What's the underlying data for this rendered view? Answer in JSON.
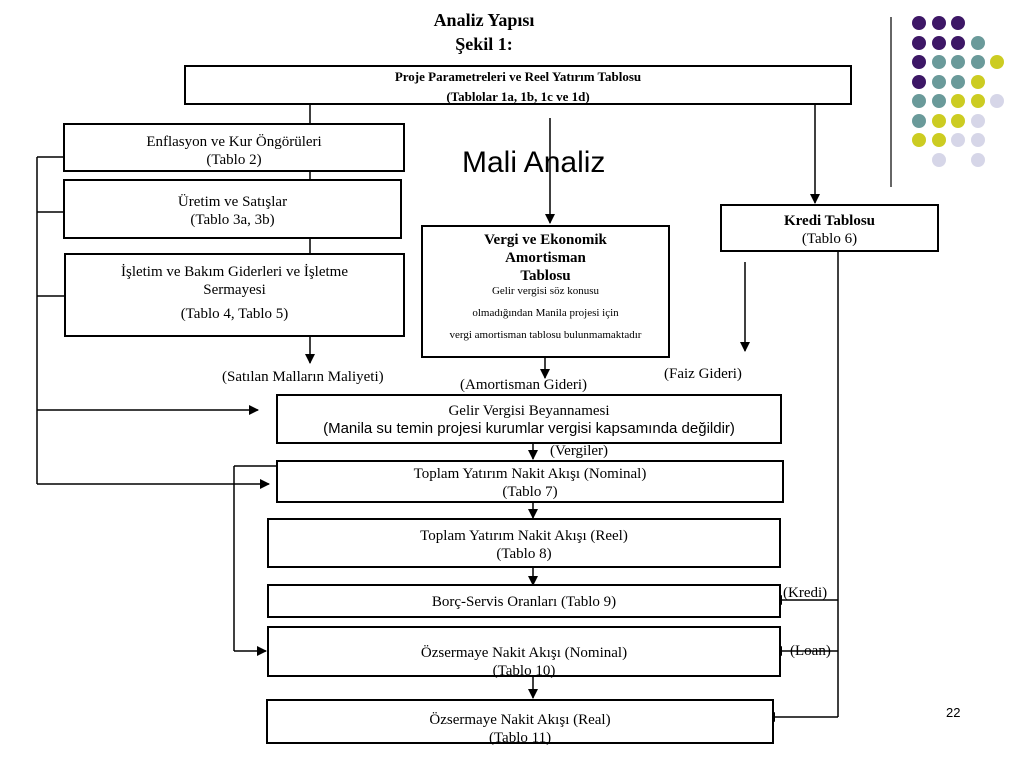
{
  "title": {
    "line1": "Analiz Yapısı",
    "line2": "Şekil 1:"
  },
  "boxes": {
    "proje": {
      "line1": "Proje Parametreleri ve Reel Yatırım Tablosu",
      "line2": "(Tablolar 1a, 1b, 1c ve  1d)"
    },
    "enflasyon": {
      "line1": "Enflasyon ve Kur Öngörüleri",
      "line2": "(Tablo 2)"
    },
    "uretim": {
      "line1": "Üretim ve Satışlar",
      "line2": "(Tablo 3a, 3b)"
    },
    "isletim": {
      "line1": "İşletim ve Bakım Giderleri ve İşletme",
      "line2": "Sermayesi",
      "line3": "(Tablo 4, Tablo 5)"
    },
    "vergi": {
      "line1": "Vergi ve Ekonomik",
      "line2": "Amortisman",
      "line3": "Tablosu",
      "note1": "Gelir vergisi söz konusu",
      "note2": "olmadığından Manila projesi için",
      "note3": "vergi amortisman tablosu bulunmamaktadır"
    },
    "kredi": {
      "line1": "Kredi Tablosu",
      "line2": "(Tablo 6)"
    },
    "gelir": {
      "line1": "Gelir Vergisi Beyannamesi",
      "line2": "(Manila su temin projesi kurumlar vergisi kapsamında değildir)"
    },
    "toplam_nominal": {
      "line1": "Toplam Yatırım Nakit Akışı (Nominal)",
      "line2": "(Tablo 7)"
    },
    "toplam_reel": {
      "line1": "Toplam Yatırım Nakit Akışı (Reel)",
      "line2": "(Tablo 8)"
    },
    "borc": {
      "line1": "Borç-Servis Oranları (Tablo  9)"
    },
    "ozsermaye_nominal": {
      "line1": "Özsermaye Nakit Akışı (Nominal)",
      "line2": "(Tablo 10)"
    },
    "ozsermaye_real": {
      "line1": "Özsermaye Nakit Akışı (Real)",
      "line2": "(Tablo 11)"
    }
  },
  "labels": {
    "mali_analiz": "Mali    Analiz",
    "satilan": "(Satılan Malların Maliyeti)",
    "amortisman": "(Amortisman Gideri)",
    "faiz": "(Faiz Gideri)",
    "vergiler": "(Vergiler)",
    "kredi": "(Kredi)",
    "loan": "(Loan)"
  },
  "page_number": "22",
  "colors": {
    "purple": "#3d1766",
    "teal": "#6a9a9a",
    "yellow": "#cccc22",
    "lavender": "#d6d6e8"
  },
  "decor_dots": [
    [
      "purple",
      "purple",
      "purple",
      null,
      null
    ],
    [
      "purple",
      "purple",
      "purple",
      "teal",
      null
    ],
    [
      "purple",
      "teal",
      "teal",
      "teal",
      "yellow"
    ],
    [
      "purple",
      "teal",
      "teal",
      "yellow",
      null
    ],
    [
      "teal",
      "teal",
      "yellow",
      "yellow",
      "lavender"
    ],
    [
      "teal",
      "yellow",
      "yellow",
      "lavender",
      null
    ],
    [
      "yellow",
      "yellow",
      "lavender",
      "lavender",
      null
    ],
    [
      null,
      "lavender",
      null,
      "lavender",
      null
    ]
  ]
}
